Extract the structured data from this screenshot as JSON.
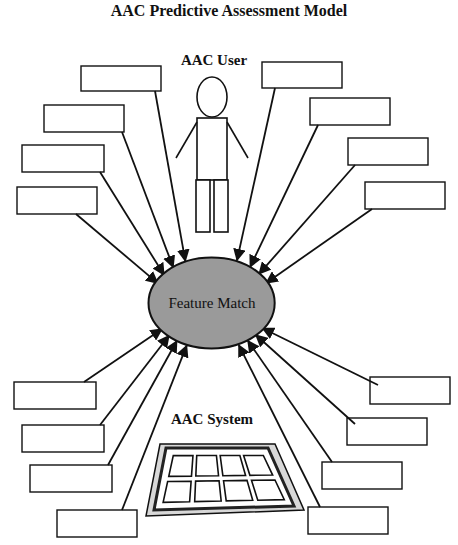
{
  "diagram": {
    "title": "AAC Predictive Assessment Model",
    "nodes": [
      {
        "text": [
          "Feature Match"
        ]
      }
    ],
    "labels": [
      "AAC User",
      "AAC System"
    ]
  }
}
